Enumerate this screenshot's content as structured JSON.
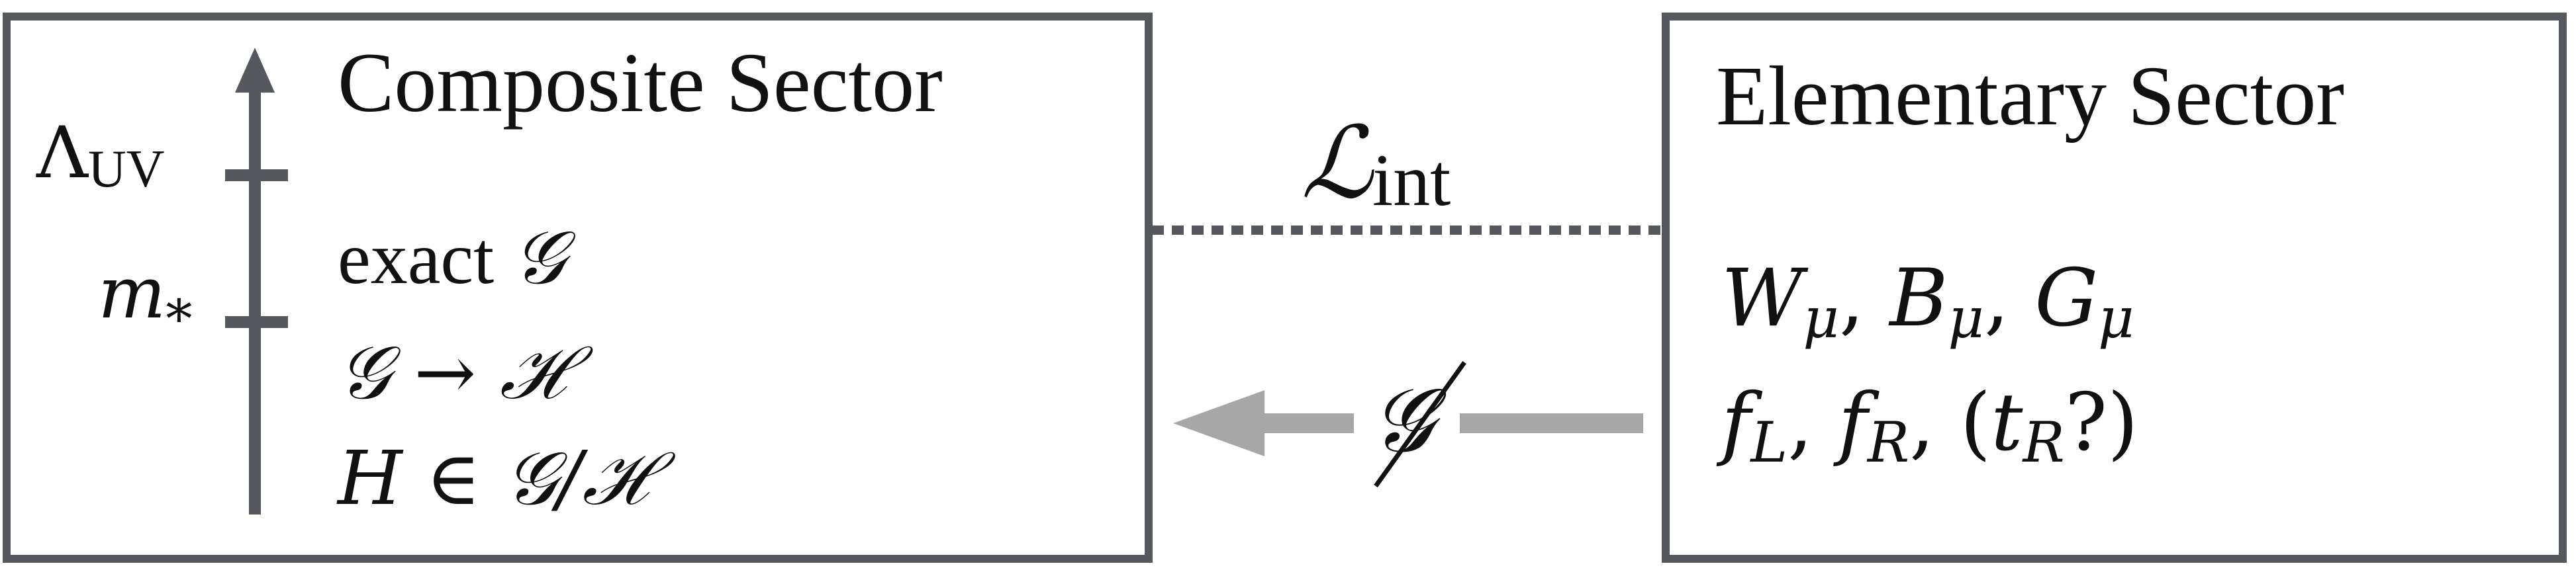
{
  "colors": {
    "box_border": "#55595e",
    "axis": "#55595e",
    "dotted_link": "#55595e",
    "broken_symmetry_arrow": "#a7a7a7",
    "text": "#111111"
  },
  "composite_sector": {
    "title": "Composite Sector",
    "scale_axis": {
      "upper_label": {
        "base": "Λ",
        "sub": "UV"
      },
      "lower_label": {
        "base": "m",
        "sub": "*"
      }
    },
    "lines": [
      {
        "prefix": "exact ",
        "math": "𝒢"
      },
      {
        "math": "𝒢 → ℋ"
      },
      {
        "math": "H ∈ 𝒢/ℋ"
      }
    ]
  },
  "interaction": {
    "label": {
      "base": "ℒ",
      "sub": "int"
    }
  },
  "broken_symmetry": {
    "symbol": "𝒢"
  },
  "elementary_sector": {
    "title": "Elementary Sector",
    "gauge_fields": [
      {
        "base": "W",
        "sub": "μ"
      },
      {
        "base": "B",
        "sub": "μ"
      },
      {
        "base": "G",
        "sub": "μ"
      }
    ],
    "fermions": [
      {
        "base": "f",
        "sub": "L"
      },
      {
        "base": "f",
        "sub": "R"
      }
    ],
    "optional_fermion": {
      "base": "t",
      "sub": "R",
      "note": "?"
    }
  }
}
